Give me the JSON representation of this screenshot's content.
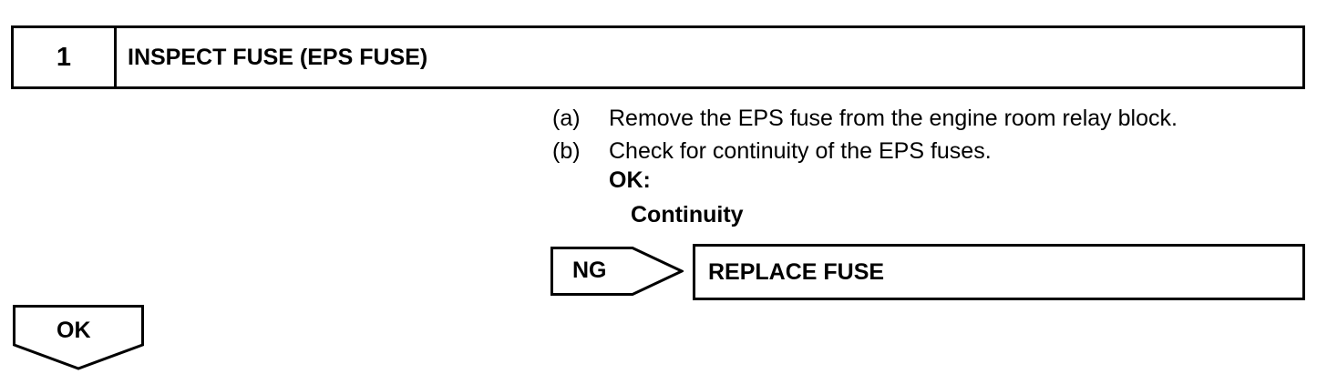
{
  "step": {
    "number": "1",
    "title": "INSPECT FUSE (EPS FUSE)"
  },
  "instructions": [
    {
      "marker": "(a)",
      "text": "Remove the EPS fuse from the engine room relay block."
    },
    {
      "marker": "(b)",
      "text": "Check for continuity of the EPS fuses."
    }
  ],
  "spec": {
    "label": "OK:",
    "value": "Continuity"
  },
  "ng_branch": {
    "label": "NG",
    "action": "REPLACE FUSE"
  },
  "ok_branch": {
    "label": "OK"
  }
}
